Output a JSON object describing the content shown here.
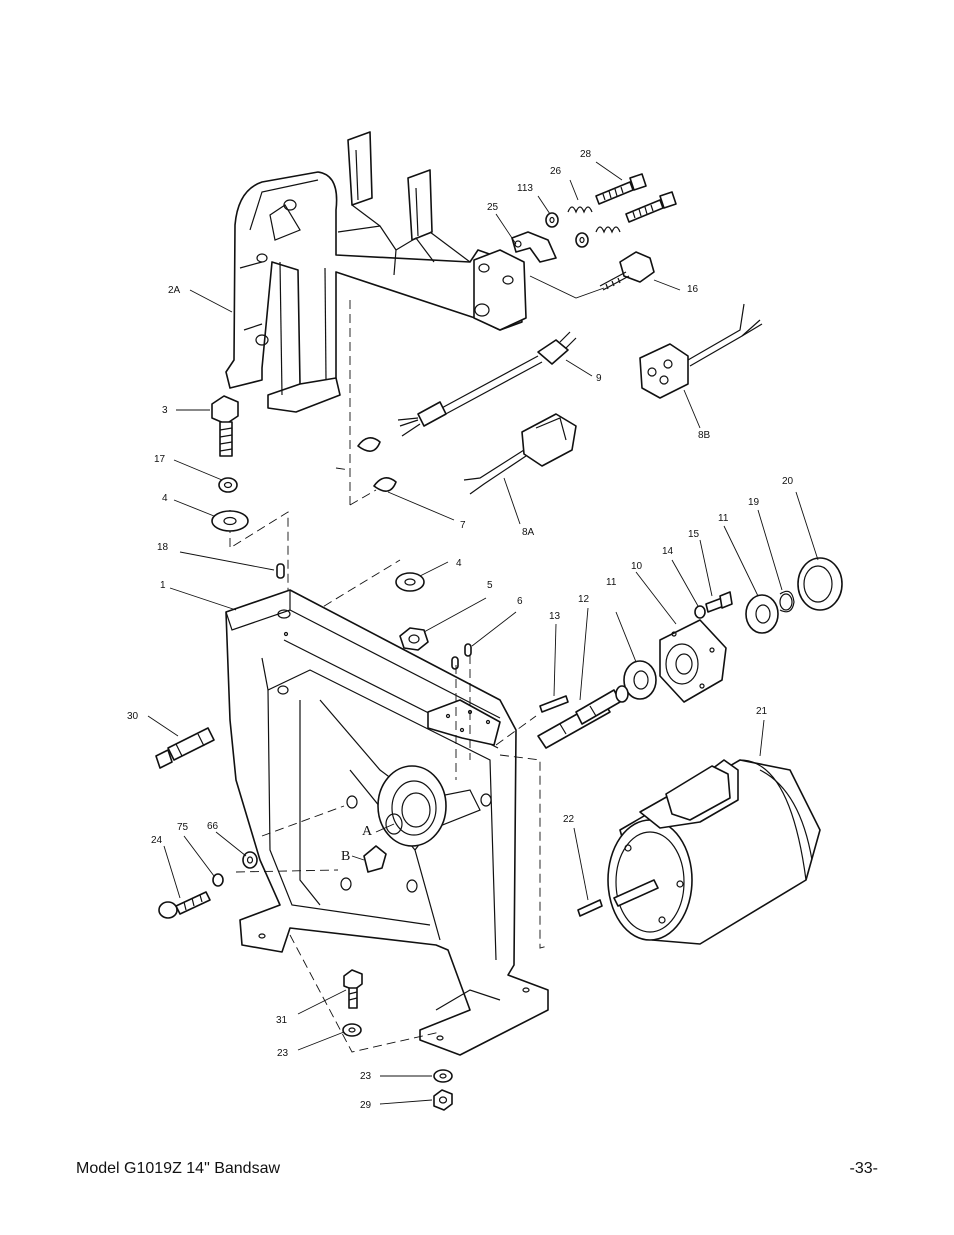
{
  "footer": {
    "model": "Model G1019Z 14\" Bandsaw",
    "page": "-33-"
  },
  "labels": {
    "l28": "28",
    "l26": "26",
    "l113": "113",
    "l25": "25",
    "l16": "16",
    "l2A": "2A",
    "l9": "9",
    "l8B": "8B",
    "l3": "3",
    "l17": "17",
    "l4a": "4",
    "l7": "7",
    "l8A": "8A",
    "l18": "18",
    "l20": "20",
    "l19": "19",
    "l11a": "11",
    "l15": "15",
    "l14": "14",
    "l10": "10",
    "l11b": "11",
    "l12": "12",
    "l13": "13",
    "l6": "6",
    "l5": "5",
    "l4b": "4",
    "l1": "1",
    "l30": "30",
    "l21": "21",
    "l66": "66",
    "l75": "75",
    "l24": "24",
    "l22": "22",
    "lA": "A",
    "lB": "B",
    "l31": "31",
    "l23a": "23",
    "l23b": "23",
    "l29": "29"
  }
}
